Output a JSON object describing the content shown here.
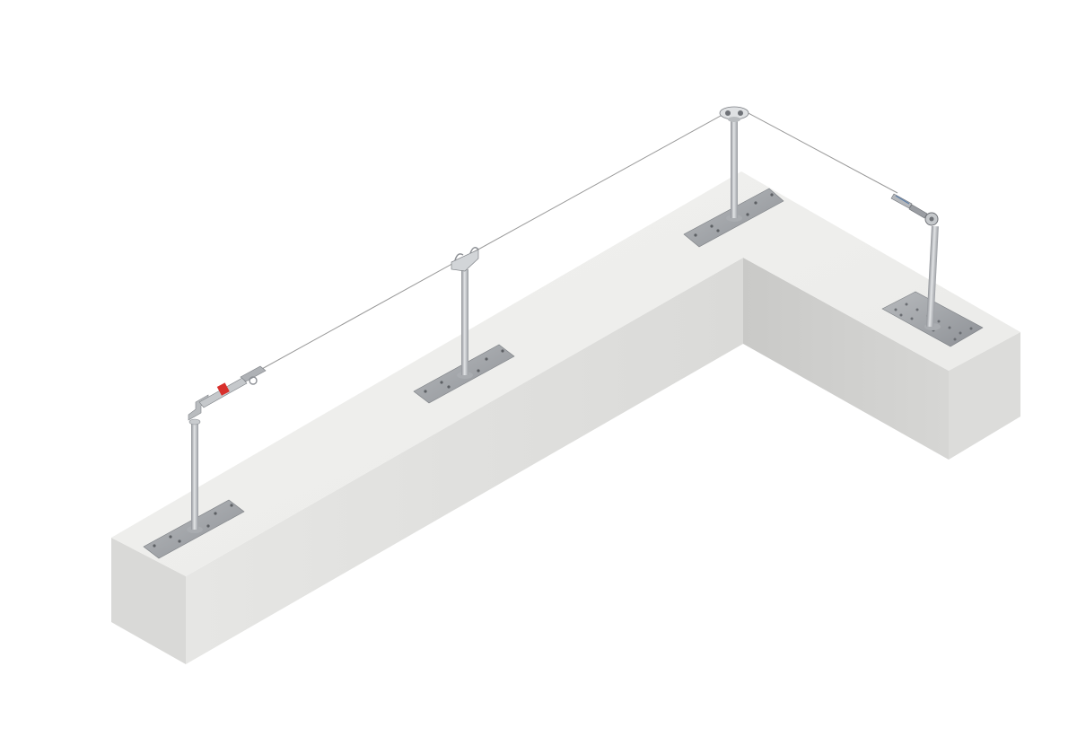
{
  "scene": {
    "subject": "lifeline-cable-system",
    "components": [
      {
        "kind": "end-post-tensioner",
        "icon": "tensioner-icon"
      },
      {
        "kind": "intermediate-post",
        "icon": "cable-guide-icon"
      },
      {
        "kind": "corner-post",
        "icon": "corner-pulley-icon"
      },
      {
        "kind": "end-post-shock-absorber",
        "icon": "shock-absorber-icon"
      }
    ],
    "colors": {
      "background": "#ffffff",
      "block_top": "#efefed",
      "block_front": "#e4e4e2",
      "block_side": "#d0d0ce",
      "steel": "#b9bcbf",
      "steel_dark": "#8d9095",
      "cable": "#9a9a9a",
      "accent": "#d8302c"
    }
  }
}
